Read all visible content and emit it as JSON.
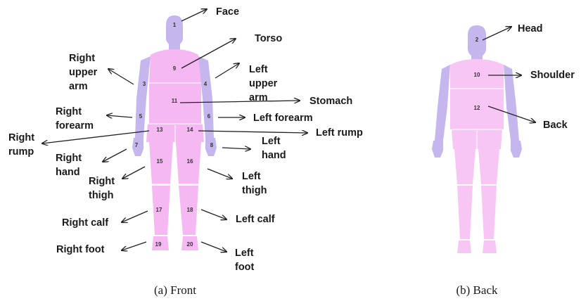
{
  "colors": {
    "pink": "#f5b8f2",
    "lavender": "#c6b6ee",
    "text": "#1a1a1a"
  },
  "captions": {
    "front": "(a)  Front",
    "back": "(b)  Back"
  },
  "front_labels": {
    "face": "Face",
    "torso": "Torso",
    "right_upper_arm": [
      "Right",
      "upper",
      "arm"
    ],
    "left_upper_arm": [
      "Left",
      "upper",
      "arm"
    ],
    "stomach": "Stomach",
    "right_forearm": [
      "Right",
      "forearm"
    ],
    "left_forearm": "Left forearm",
    "right_rump": [
      "Right",
      "rump"
    ],
    "left_rump": "Left rump",
    "right_hand": [
      "Right",
      "hand"
    ],
    "left_hand": [
      "Left",
      "hand"
    ],
    "right_thigh": [
      "Right",
      "thigh"
    ],
    "left_thigh": [
      "Left",
      "thigh"
    ],
    "right_calf": "Right calf",
    "left_calf": "Left calf",
    "right_foot": "Right foot",
    "left_foot": [
      "Left",
      "foot"
    ]
  },
  "back_labels": {
    "head": "Head",
    "shoulder": "Shoulder",
    "back": "Back"
  },
  "front_numbers": [
    "1",
    "9",
    "3",
    "4",
    "11",
    "5",
    "6",
    "13",
    "14",
    "7",
    "8",
    "15",
    "16",
    "17",
    "18",
    "19",
    "20"
  ],
  "back_numbers": [
    "2",
    "10",
    "12"
  ]
}
